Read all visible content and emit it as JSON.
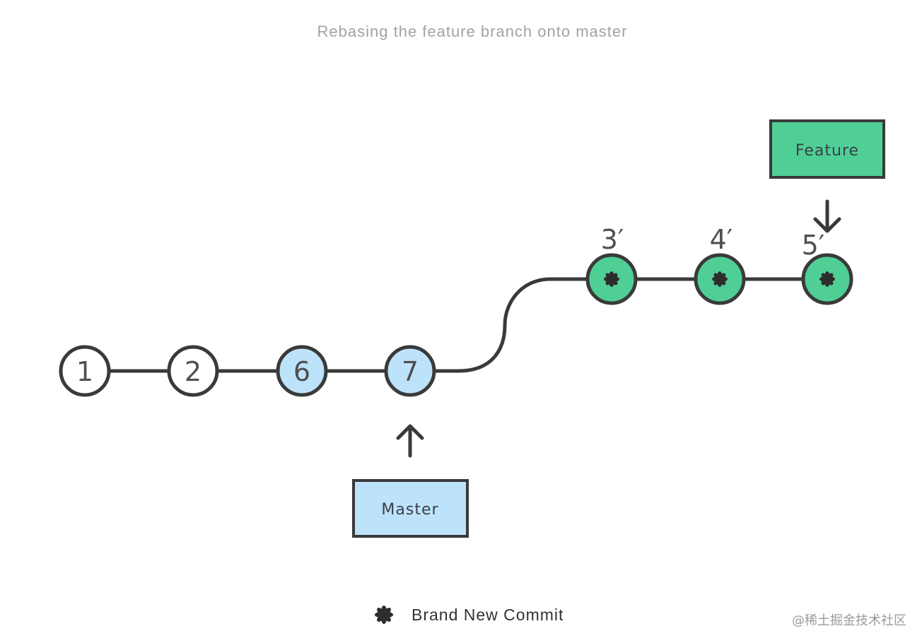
{
  "title": "Rebasing the feature branch onto master",
  "colors": {
    "stroke": "#3a3a3a",
    "text": "#505050",
    "original_commit_fill": "#ffffff",
    "master_commit_fill": "#bde3fb",
    "new_commit_fill": "#4fcf95",
    "master_label_fill": "#bde3fb",
    "feature_label_fill": "#4fcf95",
    "title_color": "#a3a3a3"
  },
  "commits": [
    {
      "id": "1",
      "label": "1",
      "kind": "original"
    },
    {
      "id": "2",
      "label": "2",
      "kind": "original"
    },
    {
      "id": "6",
      "label": "6",
      "kind": "master"
    },
    {
      "id": "7",
      "label": "7",
      "kind": "master"
    },
    {
      "id": "3p",
      "label": "3′",
      "kind": "new",
      "icon": "asterisk-icon"
    },
    {
      "id": "4p",
      "label": "4′",
      "kind": "new",
      "icon": "asterisk-icon"
    },
    {
      "id": "5p",
      "label": "5′",
      "kind": "new",
      "icon": "asterisk-icon"
    }
  ],
  "edges": [
    {
      "from": "1",
      "to": "2"
    },
    {
      "from": "2",
      "to": "6"
    },
    {
      "from": "6",
      "to": "7"
    },
    {
      "from": "7",
      "to": "3p"
    },
    {
      "from": "3p",
      "to": "4p"
    },
    {
      "from": "4p",
      "to": "5p"
    }
  ],
  "branches": [
    {
      "name": "Master",
      "points_to": "7",
      "arrow": "up-arrow-icon"
    },
    {
      "name": "Feature",
      "points_to": "5p",
      "arrow": "down-arrow-icon"
    }
  ],
  "legend": {
    "icon": "asterisk-icon",
    "label": "Brand New Commit"
  },
  "watermark": "@稀土掘金技术社区"
}
